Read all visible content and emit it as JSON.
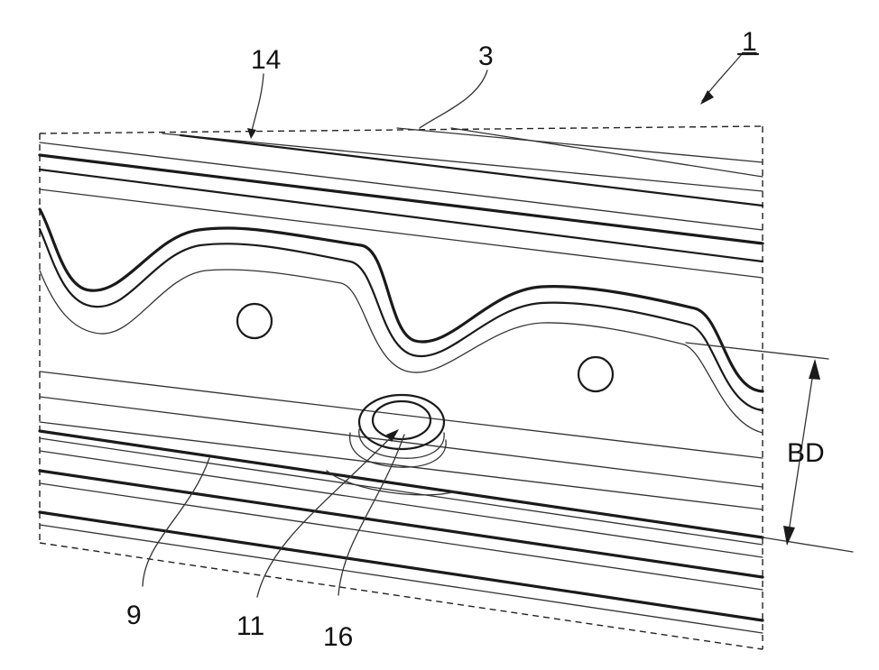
{
  "figure": {
    "ref_numerals": {
      "assembly": "1",
      "top_edge": "3",
      "groove": "14",
      "edge_line": "9",
      "hole_inner": "11",
      "boss": "16",
      "dimension": "BD"
    },
    "colors": {
      "ink": "#1a1a1a",
      "background": "#ffffff"
    }
  }
}
